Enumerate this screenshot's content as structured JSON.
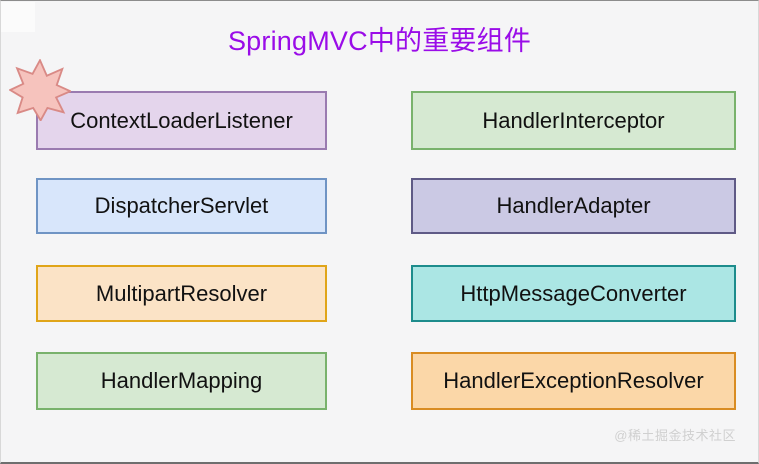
{
  "page": {
    "title": "SpringMVC中的重要组件",
    "title_color": "#9a0ce8",
    "background_color": "#f5f5f6"
  },
  "watermark": {
    "text": "@稀土掘金技术社区",
    "color": "#d0d0d0"
  },
  "badge": {
    "name": "starburst-badge",
    "fill_color": "#f6c3bd",
    "border_color": "#d98a86",
    "points": 8
  },
  "columns": {
    "left": {
      "boxes": [
        {
          "label": "ContextLoaderListener",
          "fill": "#e4d5ec",
          "border": "#9a7bb0",
          "text_color": "#111111"
        },
        {
          "label": "DispatcherServlet",
          "fill": "#d8e6fb",
          "border": "#6f94c4",
          "text_color": "#111111"
        },
        {
          "label": "MultipartResolver",
          "fill": "#fbe3c6",
          "border": "#e0a519",
          "text_color": "#111111"
        },
        {
          "label": "HandlerMapping",
          "fill": "#d6e9d2",
          "border": "#79b26c",
          "text_color": "#111111"
        }
      ]
    },
    "right": {
      "boxes": [
        {
          "label": "HandlerInterceptor",
          "fill": "#d6e9d2",
          "border": "#79b26c",
          "text_color": "#111111"
        },
        {
          "label": "HandlerAdapter",
          "fill": "#cbc9e4",
          "border": "#5f5a86",
          "text_color": "#111111"
        },
        {
          "label": "HttpMessageConverter",
          "fill": "#abe6e4",
          "border": "#1d8c8c",
          "text_color": "#111111"
        },
        {
          "label": "HandlerExceptionResolver",
          "fill": "#fbd7a8",
          "border": "#d98c22",
          "text_color": "#111111"
        }
      ]
    }
  }
}
